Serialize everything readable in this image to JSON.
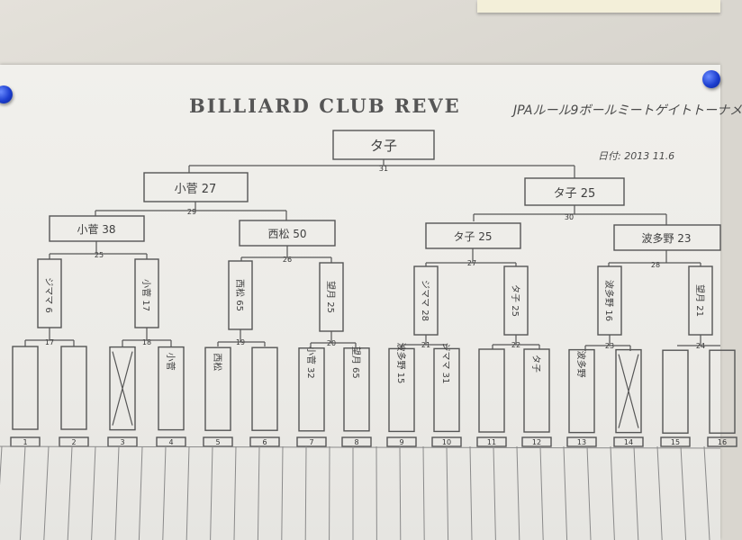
{
  "header": {
    "club_title": "BILLIARD CLUB REVE",
    "subtitle": "JPAルール9ボールミートゲイトトーナメ",
    "date": "日付: 2013 11.6"
  },
  "final": {
    "winner": "タ子",
    "match_no": "31",
    "left_player": "小菅 27",
    "right_player": "タ子 25",
    "left_match_no": "29",
    "right_match_no": "30"
  },
  "semis": [
    {
      "label": "小菅 38",
      "match_no": "25"
    },
    {
      "label": "西松 50",
      "match_no": "26"
    },
    {
      "label": "タ子 25",
      "match_no": "27"
    },
    {
      "label": "波多野 23",
      "match_no": "28"
    }
  ],
  "quarters": [
    {
      "label": "ジママ 6",
      "match_no": "17"
    },
    {
      "label": "小菅 17",
      "match_no": "18"
    },
    {
      "label": "西松 65",
      "match_no": "19"
    },
    {
      "label": "望月 25",
      "match_no": "20"
    },
    {
      "label": "ジママ 28",
      "match_no": "21"
    },
    {
      "label": "タ子 25",
      "match_no": "22"
    },
    {
      "label": "波多野 16",
      "match_no": "23"
    },
    {
      "label": "望月 21",
      "match_no": "24"
    }
  ],
  "entries": [
    {
      "slot": "1",
      "name": ""
    },
    {
      "slot": "2",
      "name": ""
    },
    {
      "slot": "3",
      "name": "X"
    },
    {
      "slot": "4",
      "name": "小菅"
    },
    {
      "slot": "5",
      "name": "西松"
    },
    {
      "slot": "6",
      "name": ""
    },
    {
      "slot": "7",
      "name": "小菅 32"
    },
    {
      "slot": "8",
      "name": "望月 65"
    },
    {
      "slot": "9",
      "name": "波多野 15"
    },
    {
      "slot": "10",
      "name": "ジママ 31"
    },
    {
      "slot": "11",
      "name": ""
    },
    {
      "slot": "12",
      "name": "タ子"
    },
    {
      "slot": "13",
      "name": "波多野"
    },
    {
      "slot": "14",
      "name": "X"
    },
    {
      "slot": "15",
      "name": ""
    },
    {
      "slot": "16",
      "name": ""
    }
  ]
}
